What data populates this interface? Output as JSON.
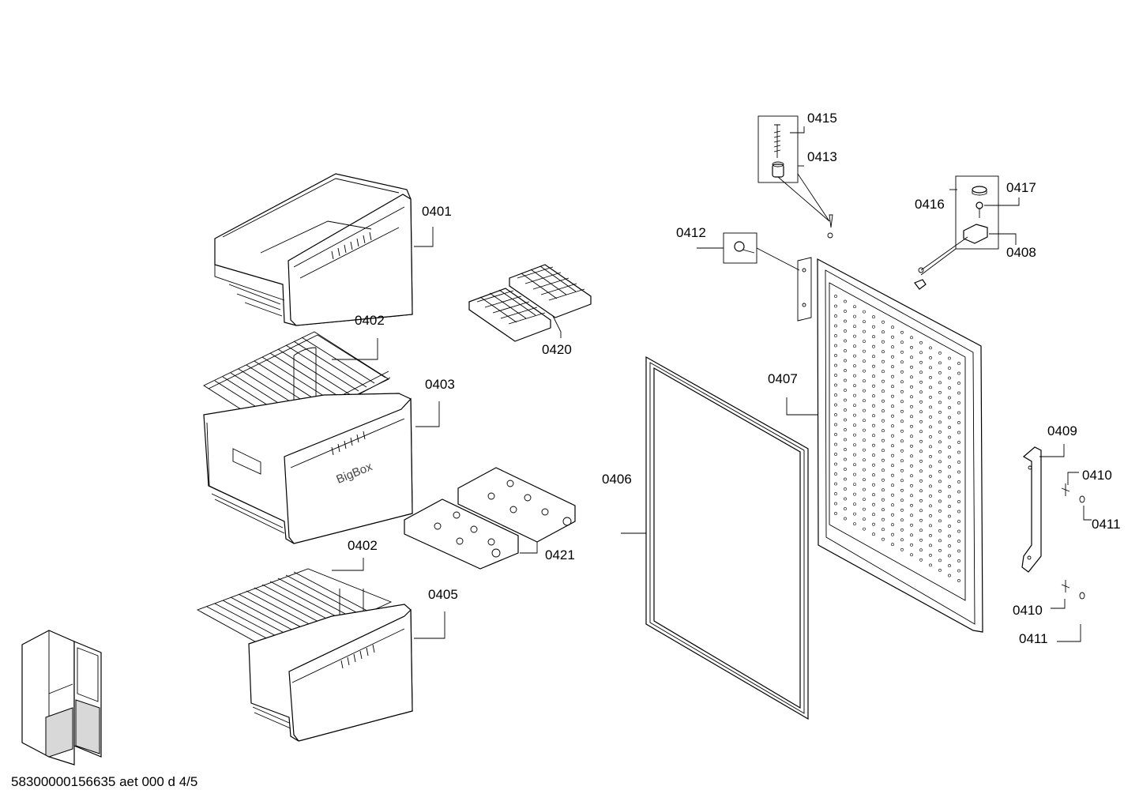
{
  "diagram": {
    "part_labels": {
      "p0401": "0401",
      "p0402a": "0402",
      "p0403": "0403",
      "p0402b": "0402",
      "p0405": "0405",
      "p0420": "0420",
      "p0421": "0421",
      "p0406": "0406",
      "p0407": "0407",
      "p0412": "0412",
      "p0415": "0415",
      "p0413": "0413",
      "p0416": "0416",
      "p0417": "0417",
      "p0408": "0408",
      "p0409": "0409",
      "p0410a": "0410",
      "p0411a": "0411",
      "p0410b": "0410",
      "p0411b": "0411"
    },
    "drawer_text": "BigBox",
    "footer_code": "58300000156635 aet 000 d 4/5"
  }
}
